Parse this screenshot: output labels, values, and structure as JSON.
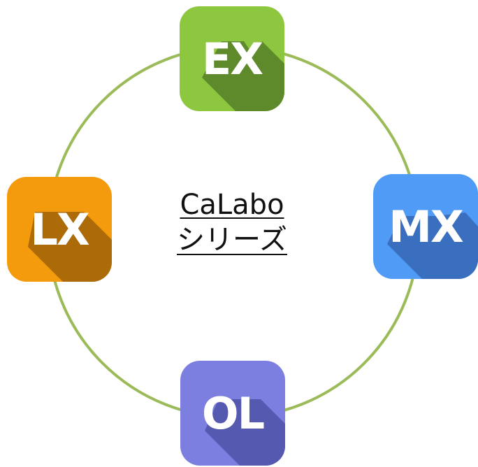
{
  "center": {
    "line1": "CaLabo",
    "line2": "シリーズ"
  },
  "colors": {
    "ring": "#9bbb59"
  },
  "tiles": [
    {
      "label": "EX",
      "color": "#8dc63f",
      "shadow": "#5e8a2c"
    },
    {
      "label": "MX",
      "color": "#4f9bf5",
      "shadow": "#3a6fbf"
    },
    {
      "label": "LX",
      "color": "#f39a0d",
      "shadow": "#ad6a08"
    },
    {
      "label": "OL",
      "color": "#7c7fe0",
      "shadow": "#5659b0"
    }
  ]
}
